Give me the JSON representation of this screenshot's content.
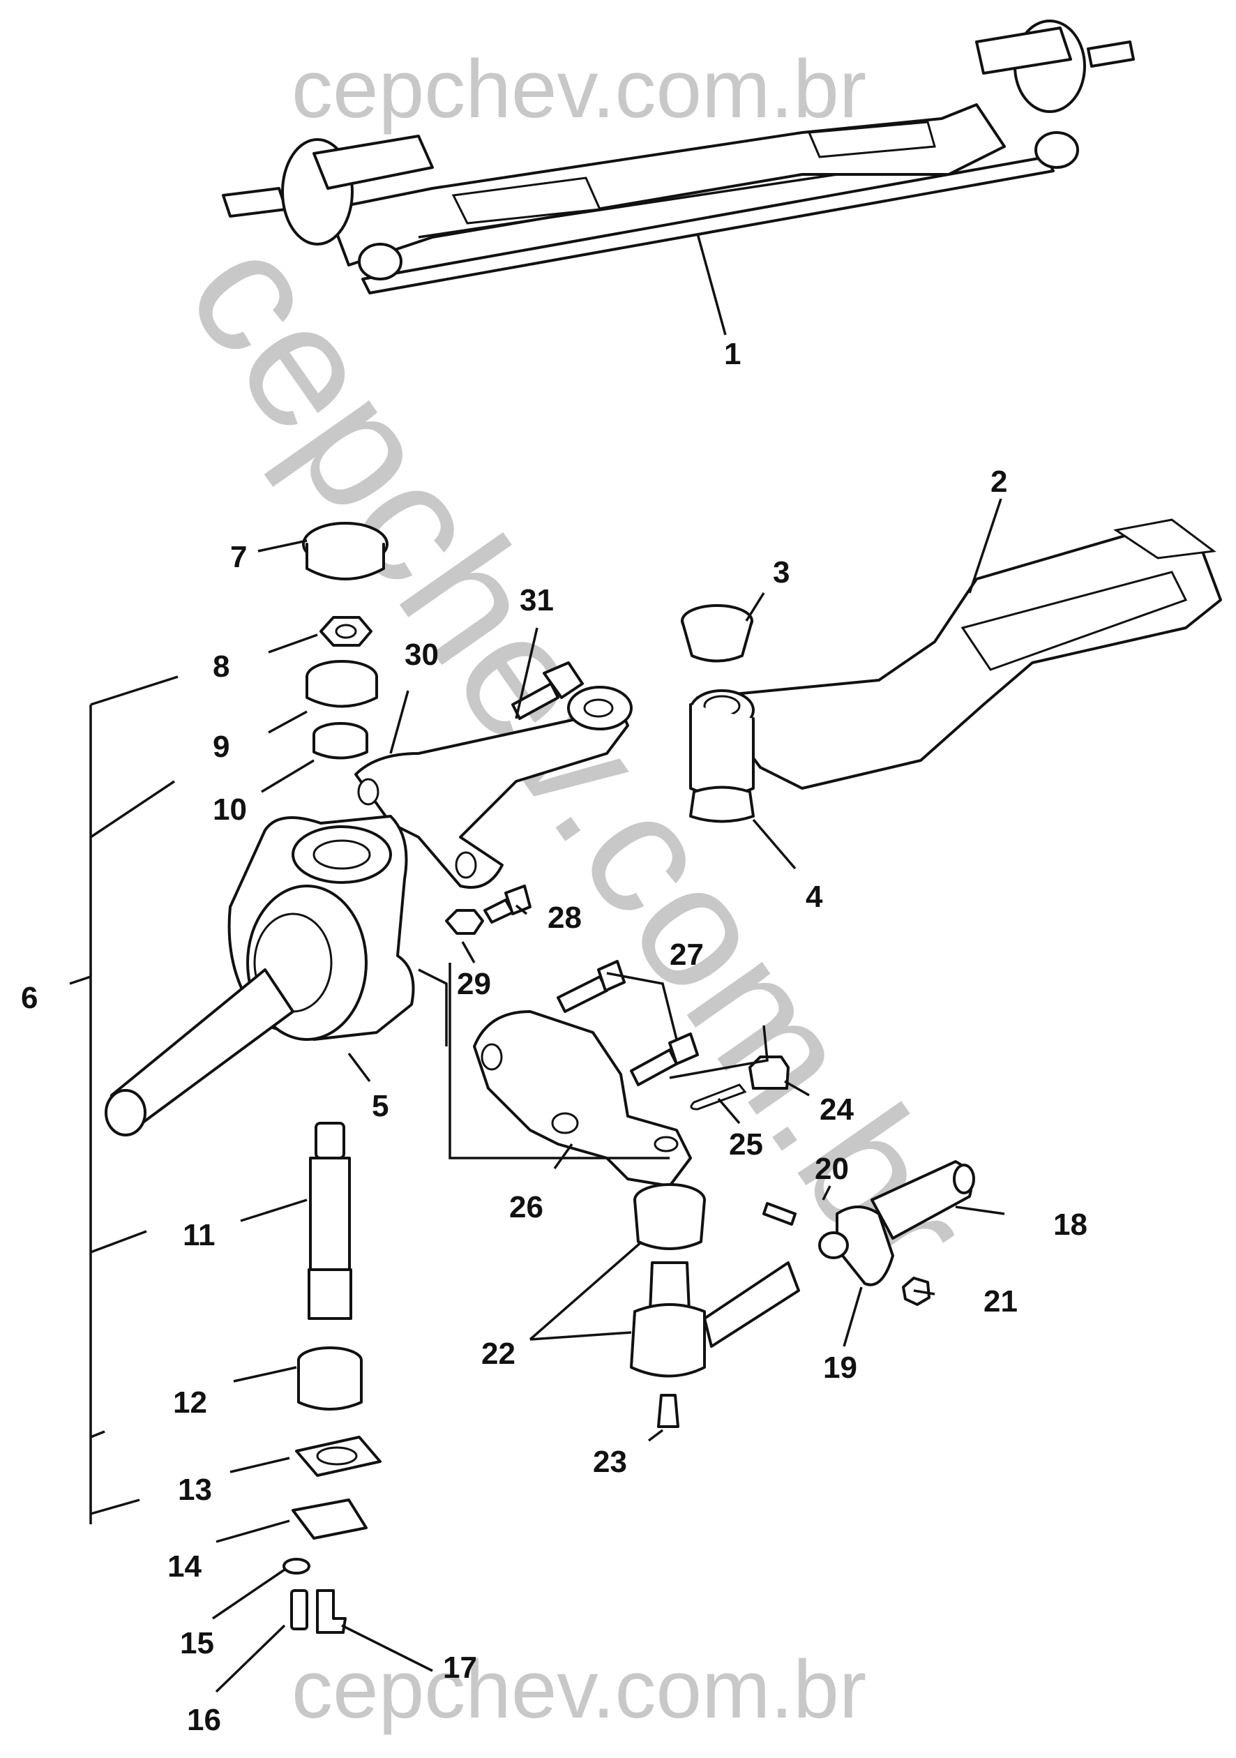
{
  "watermarks": {
    "top": "cepchev.com.br",
    "bottom": "cepchev.com.br",
    "diagonal": "cepchev.com.br"
  },
  "callouts": [
    "1",
    "2",
    "3",
    "4",
    "5",
    "6",
    "7",
    "8",
    "9",
    "10",
    "11",
    "12",
    "13",
    "14",
    "15",
    "16",
    "17",
    "18",
    "19",
    "20",
    "21",
    "22",
    "23",
    "24",
    "25",
    "26",
    "27",
    "28",
    "29",
    "30",
    "31"
  ],
  "colors": {
    "line": "#111111",
    "watermark": "#c8c8c8",
    "background": "#ffffff"
  }
}
